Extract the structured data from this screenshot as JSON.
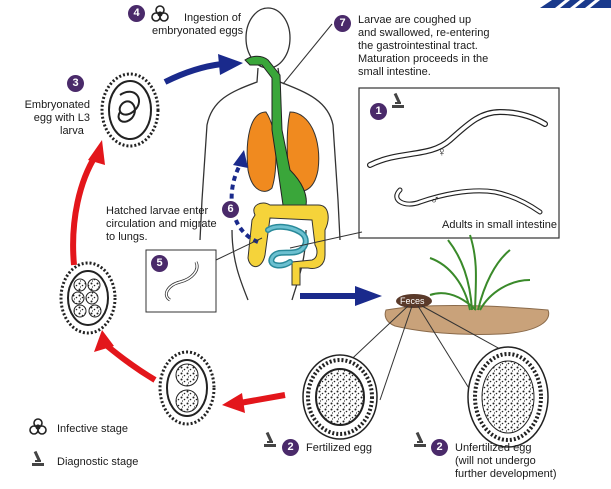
{
  "steps": {
    "s1": {
      "num": "1",
      "caption": "Adults in small intestine",
      "female": "♀",
      "male": "♂"
    },
    "s2a": {
      "num": "2",
      "caption": "Fertilized egg"
    },
    "s2b": {
      "num": "2",
      "caption_line1": "Unfertilized egg",
      "caption_line2": "(will not undergo",
      "caption_line3": "further development)"
    },
    "s3": {
      "num": "3",
      "line1": "Embryonated",
      "line2": "egg with L3",
      "line3": "larva"
    },
    "s4": {
      "num": "4",
      "line1": "Ingestion of",
      "line2": "embryonated eggs"
    },
    "s5": {
      "num": "5"
    },
    "s6": {
      "num": "6",
      "line1": "Hatched larvae enter",
      "line2": "circulation and migrate",
      "line3": "to lungs."
    },
    "s7": {
      "num": "7",
      "line1": "Larvae are coughed up",
      "line2": "and swallowed, re-entering",
      "line3": "the gastrointestinal tract.",
      "line4": "Maturation proceeds in the",
      "line5": "small intestine."
    }
  },
  "feces_label": "Feces",
  "legend": {
    "infective": "Infective stage",
    "diagnostic": "Diagnostic stage"
  },
  "colors": {
    "badge": "#4a2a6a",
    "red_arrow": "#e3161b",
    "blue_arrow": "#1a2a8c",
    "lungs": "#f08a1f",
    "gi_tract": "#3aa63a",
    "intestine_large": "#f5d33a",
    "intestine_small": "#3a9aaa"
  }
}
